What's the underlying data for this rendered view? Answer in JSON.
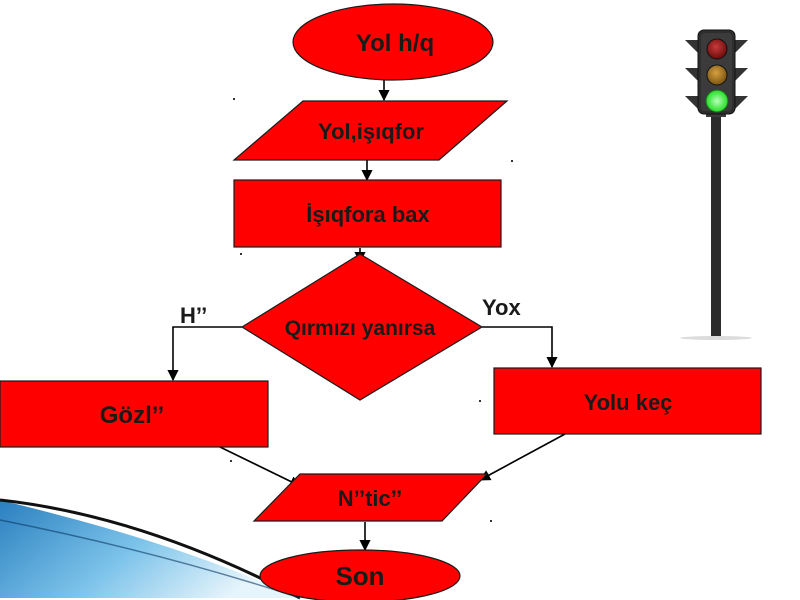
{
  "colors": {
    "node_fill": "#ff0000",
    "node_stroke": "#1a1a1a",
    "edge": "#000000",
    "text": "#1a1a1a",
    "light_red": "#9b1111",
    "light_amber": "#a8791a",
    "light_green": "#3dff3d",
    "traffic_light_body": "#2b2b2b",
    "accent_wave": "#3ca0d8"
  },
  "nodes": {
    "start": "Yol h/q",
    "input": "Yol,işıqfor",
    "process": "İşıqfora bax",
    "decision": "Qırmızı yanırsa",
    "wait": "Gözl’’",
    "cross": "Yolu keç",
    "result": "N’’tic’’",
    "end": "Son"
  },
  "edge_labels": {
    "yes": "H’’",
    "no": "Yox"
  },
  "decoration": {
    "traffic_light_icon": "traffic-light-icon",
    "active_light": "green"
  }
}
